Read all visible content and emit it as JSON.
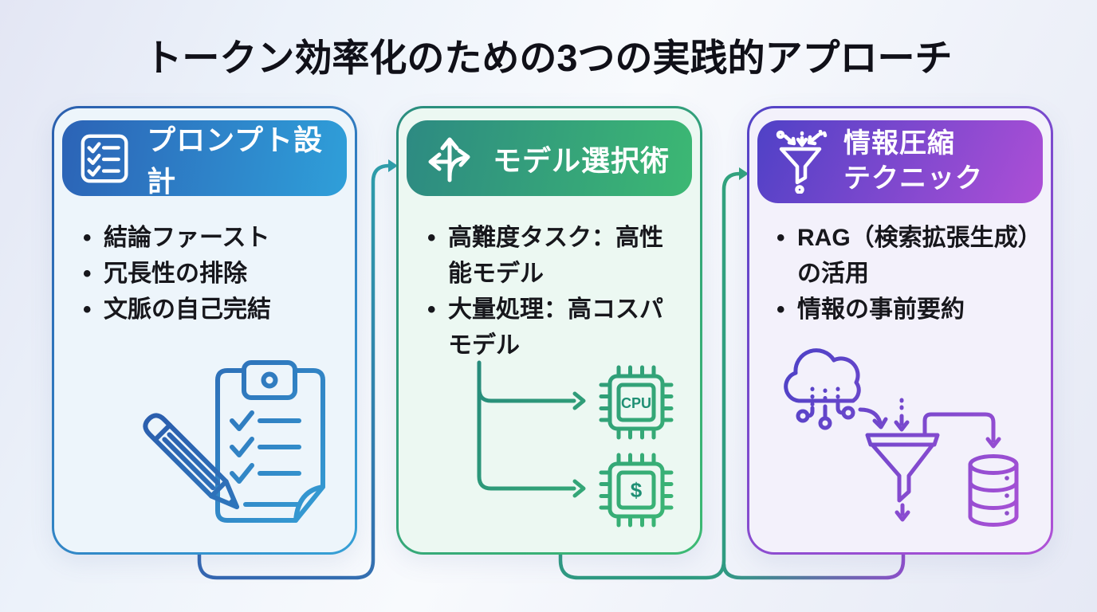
{
  "title": "トークン効率化のための3つの実践的アプローチ",
  "colors": {
    "title_color": "#101018",
    "card1_header_gradient": [
      "#2c63b6",
      "#2f9fd9"
    ],
    "card1_border_gradient": [
      "#2b5fae",
      "#36a0d6"
    ],
    "card2_header_gradient": [
      "#2d8a82",
      "#3cb873"
    ],
    "card2_border_gradient": [
      "#2a8d7f",
      "#3dba74"
    ],
    "card3_header_gradient": [
      "#4f41c6",
      "#ad4fd6"
    ],
    "card3_border_gradient": [
      "#5243c6",
      "#b052d6"
    ],
    "connector_card1_to_card2": "#2f9faa",
    "connector_card2_to_card3": "#32a37e",
    "connector_into_card3_bottom": "#8f4ecb"
  },
  "cards": [
    {
      "header": {
        "label": "プロンプト設計",
        "icon": "checklist-icon"
      },
      "bullets": [
        "結論ファースト",
        "冗長性の排除",
        "文脈の自己完結"
      ],
      "illustration": "clipboard-with-pencil"
    },
    {
      "header": {
        "label": "モデル選択術",
        "icon": "branching-arrows-icon"
      },
      "bullets": [
        "高難度タスク：高性能モデル",
        "大量処理：高コスパモデル"
      ],
      "illustration": "branch-to-cpu-and-dollar-chips",
      "chips": [
        {
          "label": "CPU"
        },
        {
          "label": "$"
        }
      ]
    },
    {
      "header": {
        "label_lines": [
          "情報圧縮",
          "テクニック"
        ],
        "icon": "funnel-icon"
      },
      "bullets": [
        "RAG（検索拡張生成）の活用",
        "情報の事前要約"
      ],
      "illustration": "cloud-funnel-database-flow"
    }
  ]
}
